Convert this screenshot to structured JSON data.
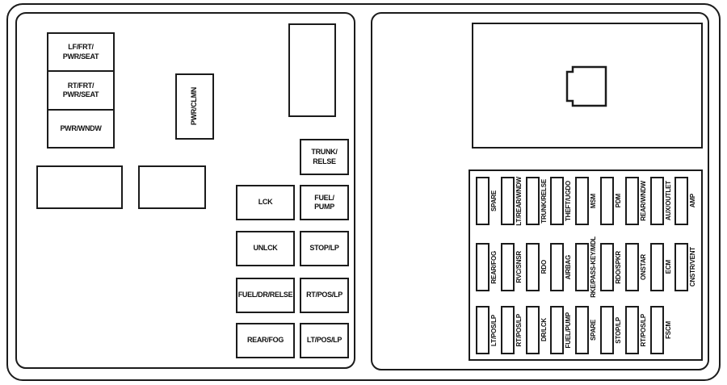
{
  "colors": {
    "line": "#1b1b1b",
    "background": "#ffffff"
  },
  "left_panel": {
    "lf_frt_pwr_seat": "LF/FRT/\nPWR/SEAT",
    "rt_frt_pwr_seat": "RT/FRT/\nPWR/SEAT",
    "pwr_wndw": "PWR/WNDW",
    "pwr_clmn": "PWR/CLMN",
    "trunk_relse": "TRUNK/\nRELSE",
    "lck": "LCK",
    "fuel_pump": "FUEL/\nPUMP",
    "unlck": "UNLCK",
    "stop_lp": "STOP/LP",
    "fuel_dr_relse": "FUEL/DR/RELSE",
    "rt_pos_lp": "RT/POS/LP",
    "rear_fog": "REAR/FOG",
    "lt_pos_lp": "LT/POS/LP"
  },
  "right_panel": {
    "rows": [
      {
        "fuses": [
          "SPARE",
          "LT/REAR/WNDW",
          "TRUNK/RELSE",
          "THEFT/UGDO",
          "MSM",
          "PDM",
          "REAR/WNDW",
          "AUX/OUTLET",
          "AMP"
        ]
      },
      {
        "fuses": [
          "REAR/FOG",
          "RVC/SNSR",
          "RDO",
          "AIRBAG",
          "RKE/PASS-KEY/MDL",
          "RDO/SPKR",
          "ONSTAR",
          "ECM",
          "CNSTR/VENT"
        ]
      },
      {
        "fuses": [
          "LT/POS/LP",
          "RT/POS/LP",
          "DR/LCK",
          "FUEL/PUMP",
          "SPARE",
          "STOP/LP",
          "RT/POS/LP",
          "FSCM"
        ]
      }
    ]
  }
}
